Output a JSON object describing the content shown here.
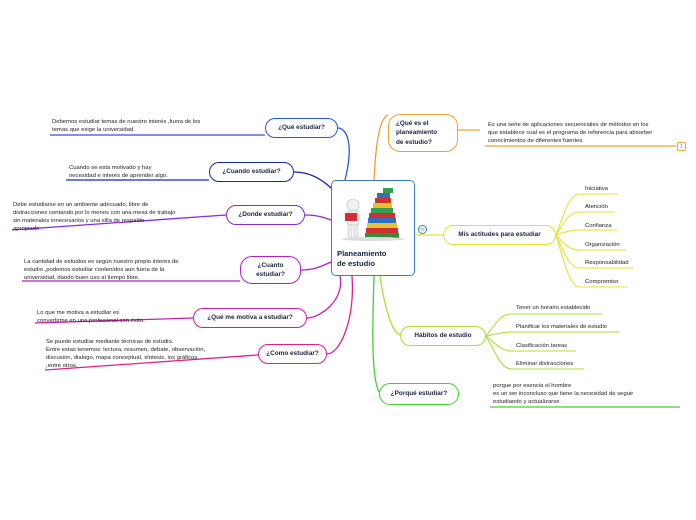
{
  "central": {
    "title": "Planeamiento\nde estudio",
    "illustration": "books-and-reader-illustration"
  },
  "left_branches": [
    {
      "label": "¿Qué estudiar?",
      "detail": "Debemos estudiar temas de nuestro interés ,fuera de los\ntemas que exige la universidad.",
      "color": "#2a55d8"
    },
    {
      "label": "¿Cuando estudiar?",
      "detail": "Cuando se esta motivado y hay\nnecesidad e interés de aprender algo.",
      "color": "#1a2aa8"
    },
    {
      "label": "¿Donde estudiar?",
      "detail": "Debe estudiarse en un ambiente adecuado, libre de\ndistracciones contando por lo menos con una mesa de trabajo\nsin materiales innecesarios y una silla de respaldo\napropiado.",
      "color": "#8a2ad8"
    },
    {
      "label": "¿Cuanto\nestudiar?",
      "detail": "La cantidad de estudios es según nuestro propio interés de\nestudio ,podemos estudiar contenidos aun fuera de la\nuniversidad, dando buen uso al tiempo libre.",
      "color": "#b020c8"
    },
    {
      "label": "¿Qué me motiva a estudiar?",
      "detail": "Lo que me motiva a estudiar es\nconvertirme en una profesional con éxito.",
      "color": "#c820a8"
    },
    {
      "label": "¿Como estudiar?",
      "detail": "Se puede estudiar mediante técnicas de estudio.\nEntre estas tenemos: lectura, resumen, debate, observación,\ndiscusión, dialogo, mapa conceptual, síntesis, los gráficos\n,entre otros.",
      "color": "#e0208a"
    }
  ],
  "right_branches": {
    "que_es": {
      "label": "¿Qué es el\nplaneamiento\nde estudio?",
      "detail": "Es una serie de aplicaciones secuenciales de métodos en los\nque establece cual es el programa de referencia para absorber\nconocimientos de diferentes fuentes.",
      "color": "#f0a030",
      "badge": "1"
    },
    "actitudes": {
      "label": "Mis actitudes para estudiar",
      "items": [
        "Iniciativa",
        "Atención",
        "Confianza",
        "Organización",
        "Responsabilidad",
        "Compromiso"
      ],
      "color": "#e8e030",
      "link_icon": "link-icon"
    },
    "habitos": {
      "label": "Hábitos  de estudio",
      "items": [
        "Tener un horario establecido",
        "Planificar los materiales de estudio",
        "Clasificación tareas",
        "Eliminar distracciones"
      ],
      "color": "#a8e030"
    },
    "porque": {
      "label": "¿Porqué estudiar?",
      "detail": "porque por esencia el hombre\nes un ser inconcluso que tiene la necesidad de seguir\nestudiando y actualizarse   .",
      "color": "#40d030"
    }
  }
}
